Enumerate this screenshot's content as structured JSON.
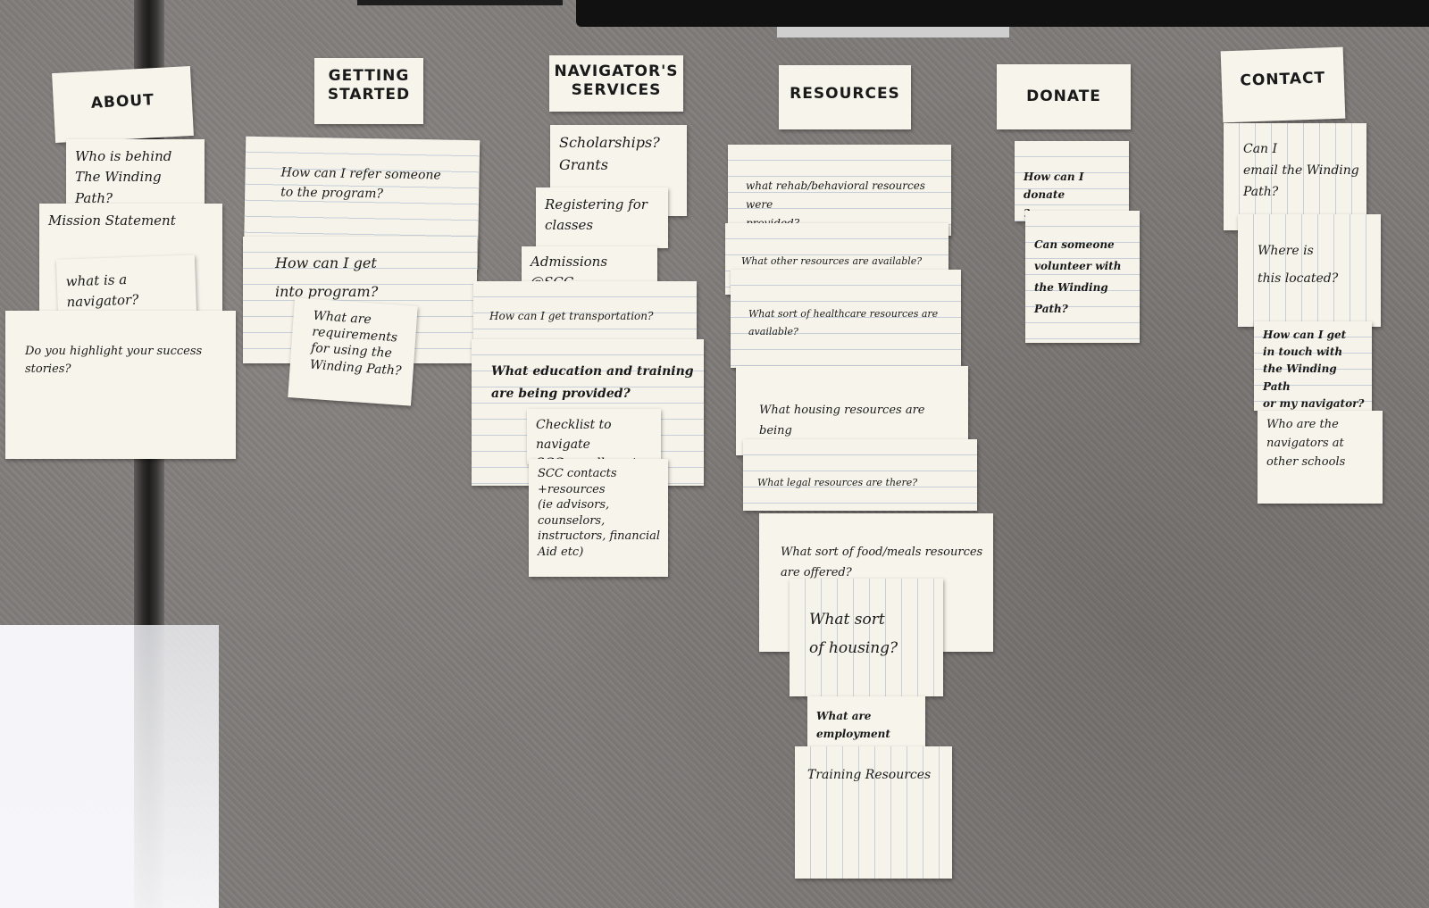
{
  "headers": {
    "about": "ABOUT",
    "getting_started": "GETTING\nSTARTED",
    "navigators_services": "NAVIGATOR'S\nSERVICES",
    "resources": "RESOURCES",
    "donate": "DONATE",
    "contact": "CONTACT"
  },
  "about": {
    "who_behind": "Who is behind\nThe Winding Path?",
    "mission": "Mission Statement",
    "navigator": "what is a navigator?",
    "success": "Do you highlight your success\nstories?"
  },
  "getting_started": {
    "refer": "How can I refer someone\nto the program?",
    "get_into": "How can I get\ninto program?",
    "requirements": "What are\nrequirements\nfor using the\nWinding Path?"
  },
  "navigators_services": {
    "scholarships": "Scholarships?\nGrants",
    "registering": "Registering for\nclasses",
    "admissions": "Admissions @SCC",
    "transportation": "How can I get transportation?",
    "education": "What education and training\nare being provided?",
    "checklist": "Checklist to navigate\nSCC enrollment",
    "scc_contacts": "SCC contacts\n+resources\n(ie advisors, counselors,\ninstructors, financial\nAid etc)"
  },
  "resources": {
    "rehab": "what rehab/behavioral resources were\nprovided?",
    "other": "What other resources are available?",
    "healthcare": "What sort of healthcare resources are\navailable?",
    "housing": "What housing resources are being\noffered?",
    "legal": "What legal resources are there?",
    "food": "What sort of food/meals resources\nare offered?",
    "housing_sort": "What sort\nof housing?",
    "employment": "What are employment\nservices available?",
    "training": "Training Resources"
  },
  "donate": {
    "how_donate": "How can I donate\n?",
    "volunteer": "Can someone\nvolunteer with\nthe Winding Path?"
  },
  "contact": {
    "email": "Can I\nemail the Winding\nPath?",
    "located": "Where is\nthis located?",
    "touch": "How can I get\nin touch with\nthe Winding Path\nor my navigator?",
    "who_are": "Who are the\nnavigators at\nother schools"
  }
}
